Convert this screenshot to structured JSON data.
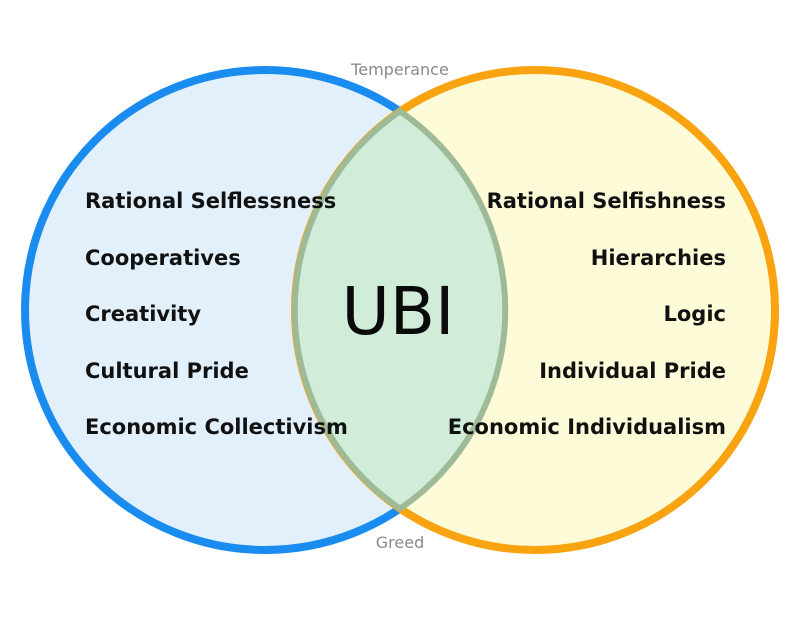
{
  "top_label": "Temperance",
  "bottom_label": "Greed",
  "center_label": "UBI",
  "left_items": [
    "Rational Selflessness",
    "Cooperatives",
    "Creativity",
    "Cultural Pride",
    "Economic Collectivism"
  ],
  "right_items": [
    "Rational Selfishness",
    "Hierarchies",
    "Logic",
    "Individual Pride",
    "Economic Individualism"
  ],
  "colors": {
    "left_stroke": "#1a8cf0",
    "left_fill": "#e2f0fc",
    "right_stroke": "#f8a30f",
    "right_fill": "#fefbd9",
    "overlap_fill": "#d1edda",
    "overlap_stroke": "#9fba96"
  }
}
